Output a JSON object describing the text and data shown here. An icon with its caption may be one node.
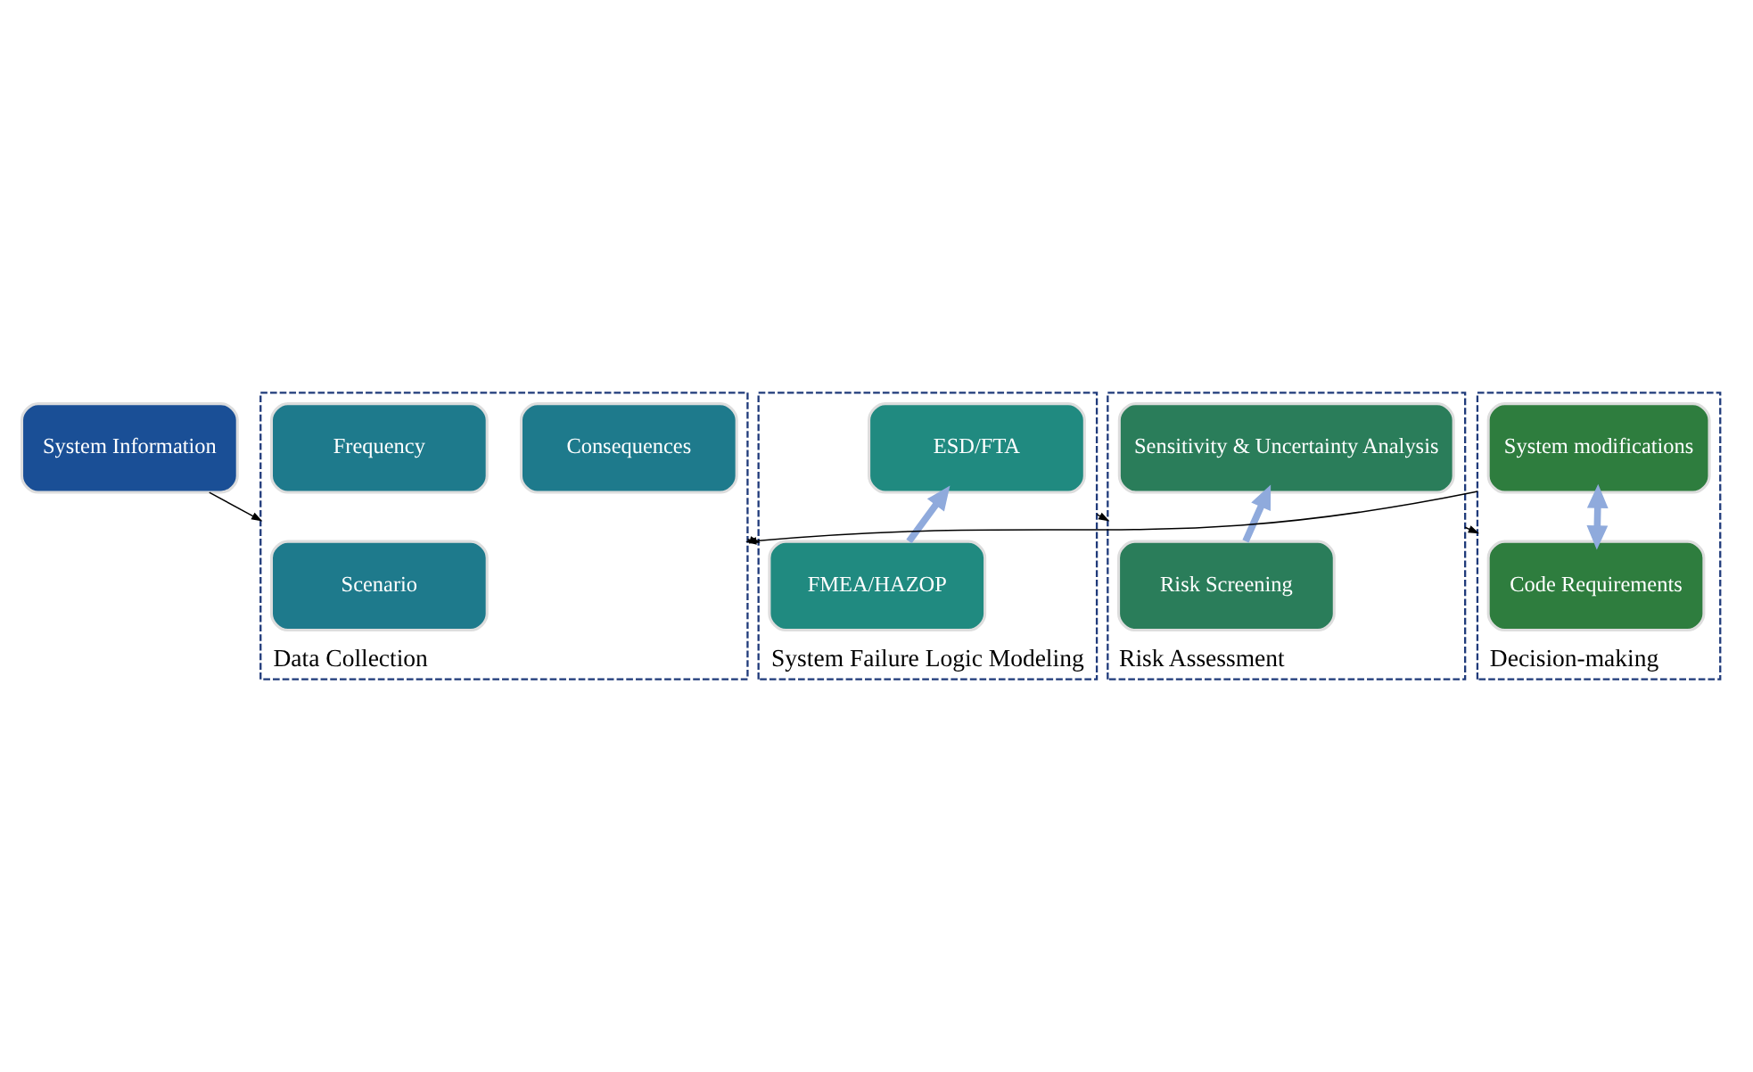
{
  "diagram": {
    "nodes": [
      {
        "text": [
          "System Information"
        ]
      },
      {
        "text": [
          "Data Collection"
        ]
      },
      {
        "text": [
          "Scenario"
        ],
        "in": 1
      },
      {
        "text": [
          "Consequences"
        ],
        "in": 1
      },
      {
        "text": [
          "Frequency"
        ],
        "in": 1
      },
      {
        "text": [
          "System Failure Logic Modeling"
        ]
      },
      {
        "text": [
          "FMEA/HAZOP"
        ],
        "in": 5
      },
      {
        "text": [
          "ESD/FTA"
        ],
        "in": 5
      },
      {
        "text": [
          "Risk Assessment"
        ]
      },
      {
        "text": [
          "Risk Screening"
        ],
        "in": 8
      },
      {
        "text": [
          "Sensitivity & Uncertainty Analysis"
        ],
        "in": 8
      },
      {
        "text": [
          "Decision-making"
        ]
      },
      {
        "text": [
          "Code Requirements"
        ],
        "in": 11
      },
      {
        "text": [
          "System modifications"
        ],
        "in": 11
      }
    ],
    "edges": [
      {
        "from": 0,
        "to": 1,
        "arrow": "to"
      },
      {
        "from": 1,
        "to": 5,
        "arrow": "to"
      },
      {
        "from": 6,
        "to": 7,
        "arrow": "to",
        "style": "thick",
        "color": "#8faadc"
      },
      {
        "from": 5,
        "to": 8,
        "arrow": "to"
      },
      {
        "from": 9,
        "to": 10,
        "arrow": "to",
        "style": "thick",
        "color": "#8faadc"
      },
      {
        "from": 8,
        "to": 11,
        "arrow": "to"
      },
      {
        "from": 12,
        "to": 13,
        "arrow": "both",
        "style": "thick",
        "color": "#8faadc"
      },
      {
        "from": 11,
        "to": 1,
        "arrow": "to"
      }
    ]
  }
}
